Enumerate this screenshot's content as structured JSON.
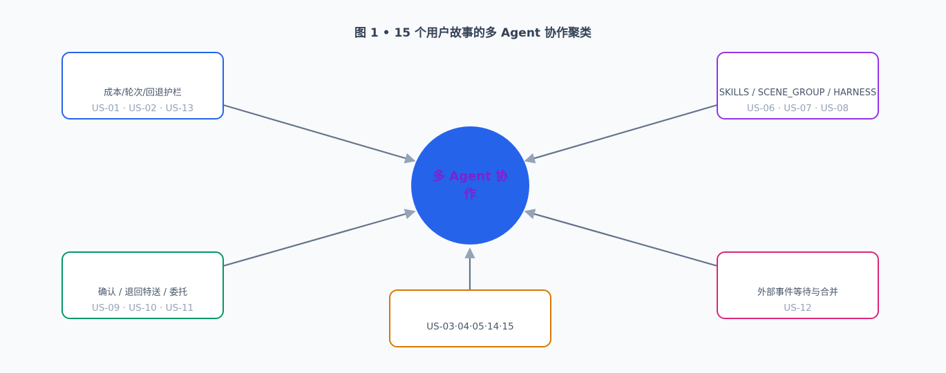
{
  "title": "图 1 • 15 个用户故事的多 Agent 协作聚类",
  "hub": {
    "label": "多 Agent 协作",
    "color": "#2563eb",
    "text_color": "#7e22ce"
  },
  "nodes": [
    {
      "key": "guardrails",
      "label": "成本/轮次/回退护栏",
      "ids": "US-01 · US-02 · US-13",
      "color": "#2563eb"
    },
    {
      "key": "skills",
      "label": "SKILLS / SCENE_GROUP / HARNESS",
      "ids": "US-06 · US-07 · US-08",
      "color": "#9333ea"
    },
    {
      "key": "confirm",
      "label": "确认 / 退回特送 / 委托",
      "ids": "US-09 · US-10 · US-11",
      "color": "#059669"
    },
    {
      "key": "external",
      "label": "外部事件等待与合并",
      "ids": "US-12",
      "color": "#db2777"
    },
    {
      "key": "bottom",
      "label": "US-03·04·05·14·15",
      "ids": "",
      "color": "#d97706"
    }
  ],
  "edge_color": "#64748b",
  "arrow_color": "#94a3b8"
}
